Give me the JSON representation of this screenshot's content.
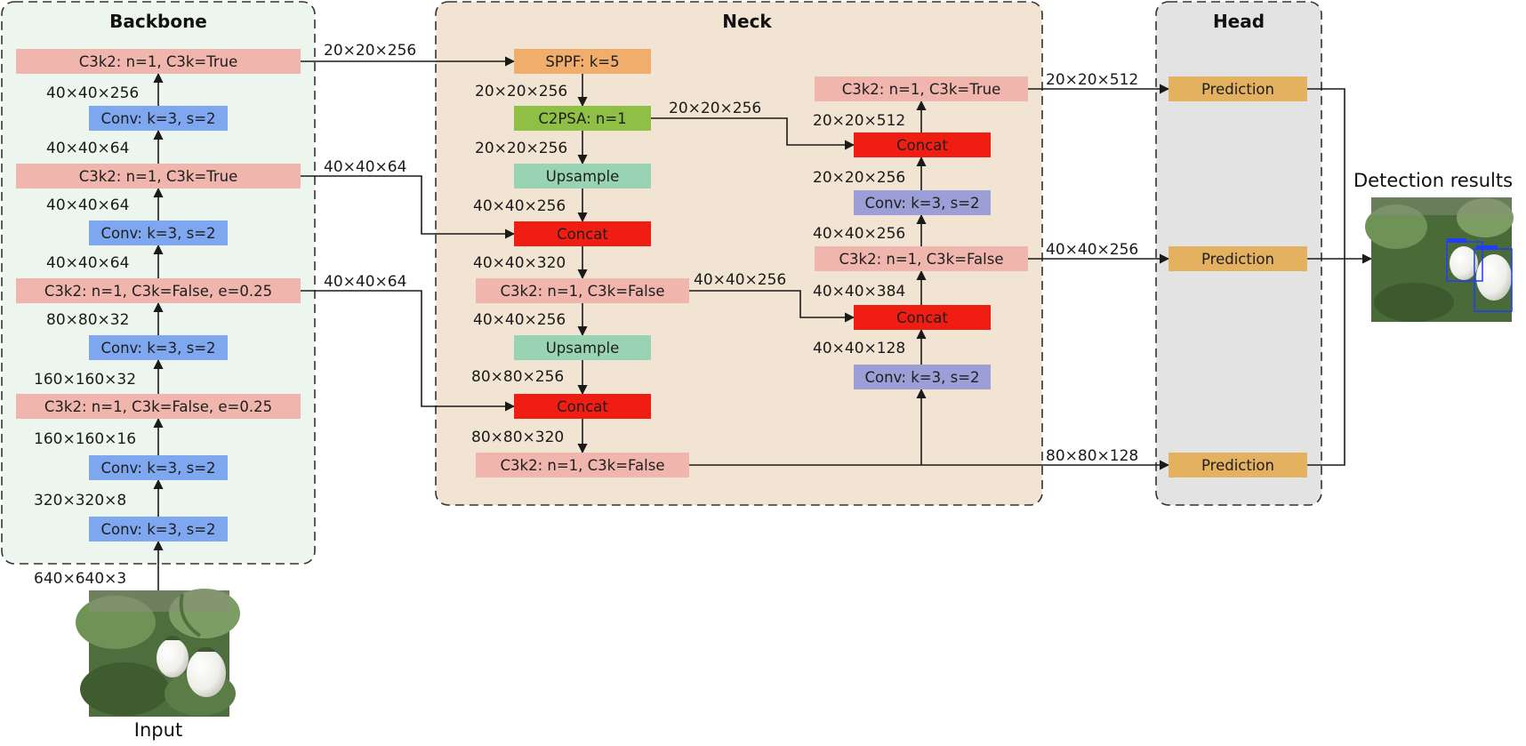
{
  "sections": {
    "backbone": "Backbone",
    "neck": "Neck",
    "head": "Head"
  },
  "labels": {
    "input": "Input",
    "detection_results": "Detection results"
  },
  "colors": {
    "backbone_bg": "#ecf6ee",
    "neck_bg": "#f2e4d2",
    "head_bg": "#e3e3e3",
    "c3k2": "#f0b6ae",
    "conv_backbone": "#7ea7f0",
    "conv_neck": "#9c9ed6",
    "sppf": "#f0ad6c",
    "c2psa": "#8fc045",
    "upsample": "#98d3b4",
    "concat": "#f01e12",
    "prediction": "#e3b15f"
  },
  "blocks": {
    "b_c3k2_4": "C3k2: n=1, C3k=True",
    "b_conv_4": "Conv: k=3, s=2",
    "b_c3k2_3": "C3k2: n=1, C3k=True",
    "b_conv_3": "Conv: k=3, s=2",
    "b_c3k2_2": "C3k2: n=1, C3k=False, e=0.25",
    "b_conv_2": "Conv: k=3, s=2",
    "b_c3k2_1": "C3k2: n=1, C3k=False, e=0.25",
    "b_conv_1": "Conv: k=3, s=2",
    "b_conv_0": "Conv: k=3, s=2",
    "n_sppf": "SPPF: k=5",
    "n_c2psa": "C2PSA: n=1",
    "n_up1": "Upsample",
    "n_concat1": "Concat",
    "n_c3k2_1": "C3k2: n=1, C3k=False",
    "n_up2": "Upsample",
    "n_concat2": "Concat",
    "n_c3k2_2": "C3k2: n=1, C3k=False",
    "n_conv_a": "Conv: k=3, s=2",
    "n_concat3": "Concat",
    "n_c3k2_3": "C3k2: n=1, C3k=False",
    "n_conv_b": "Conv: k=3, s=2",
    "n_concat4": "Concat",
    "n_c3k2_4": "C3k2: n=1, C3k=True",
    "h_pred1": "Prediction",
    "h_pred2": "Prediction",
    "h_pred3": "Prediction"
  },
  "dims": {
    "b_in": "640×640×3",
    "b_1": "320×320×8",
    "b_2": "160×160×16",
    "b_3": "160×160×32",
    "b_4": "80×80×32",
    "b_5": "40×40×64",
    "b_6": "40×40×64",
    "b_7": "40×40×64",
    "b_8": "40×40×256",
    "skip_top": "20×20×256",
    "skip_mid": "40×40×64",
    "skip_low": "40×40×64",
    "n_1": "20×20×256",
    "n_2": "20×20×256",
    "n_3": "40×40×256",
    "n_4": "40×40×320",
    "n_5": "40×40×256",
    "n_6": "80×80×256",
    "n_7": "80×80×320",
    "n_c2psa_out": "20×20×256",
    "n_c3k2_1_out": "40×40×256",
    "r_1": "40×40×128",
    "r_2": "40×40×384",
    "r_3": "40×40×256",
    "r_4": "20×20×256",
    "r_5": "20×20×512",
    "h_1": "20×20×512",
    "h_2": "40×40×256",
    "h_3": "80×80×128"
  }
}
